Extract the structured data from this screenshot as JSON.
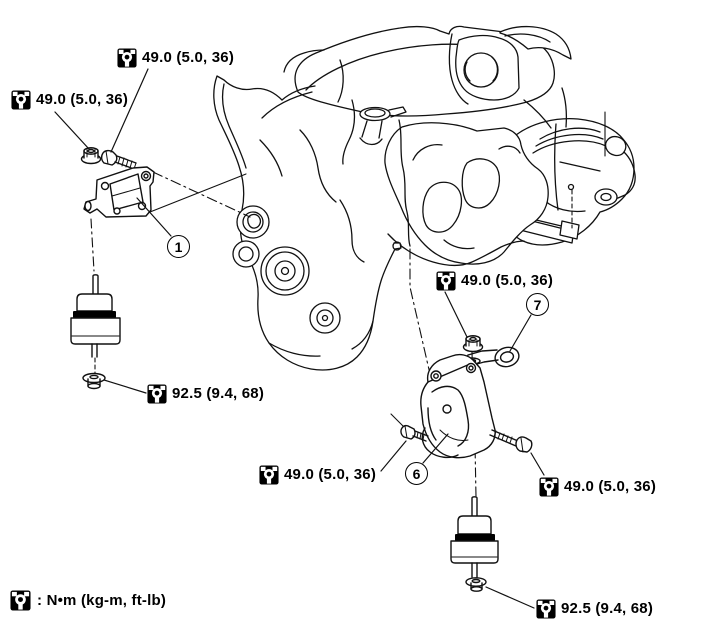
{
  "page": {
    "background": "#ffffff",
    "ink": "#000000"
  },
  "icons": {
    "torque": "torque-wrench-icon"
  },
  "labels": [
    {
      "name": "torque-upper-bolt",
      "text": "49.0 (5.0, 36)"
    },
    {
      "name": "torque-upper-nut",
      "text": "49.0 (5.0, 36)"
    },
    {
      "name": "torque-center-nut",
      "text": "49.0 (5.0, 36)"
    },
    {
      "name": "torque-right-bolt",
      "text": "49.0 (5.0, 36)"
    },
    {
      "name": "torque-lower-left-bolt",
      "text": "49.0 (5.0, 36)"
    },
    {
      "name": "torque-left-insulator-nut",
      "text": "92.5 (9.4, 68)"
    },
    {
      "name": "torque-right-insulator-nut",
      "text": "92.5 (9.4, 68)"
    }
  ],
  "callouts": [
    {
      "text": "1"
    },
    {
      "text": "6"
    },
    {
      "text": "7"
    }
  ],
  "legend": {
    "text": ": N•m (kg-m, ft-lb)"
  }
}
